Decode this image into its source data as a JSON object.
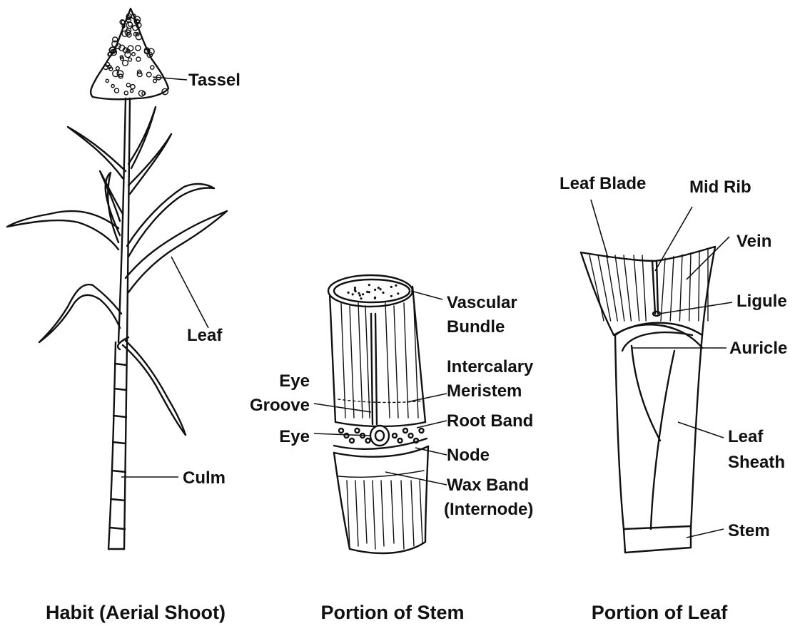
{
  "figure": {
    "captions": {
      "habit": "Habit (Aerial Shoot)",
      "stem": "Portion of Stem",
      "leaf": "Portion of Leaf"
    },
    "habit_labels": {
      "tassel": "Tassel",
      "leaf": "Leaf",
      "culm": "Culm"
    },
    "stem_labels": {
      "vascular_bundle_1": "Vascular",
      "vascular_bundle_2": "Bundle",
      "intercalary_meristem_1": "Intercalary",
      "intercalary_meristem_2": "Meristem",
      "eye_groove_1": "Eye",
      "eye_groove_2": "Groove",
      "root_band": "Root Band",
      "eye": "Eye",
      "node": "Node",
      "wax_band_1": "Wax Band",
      "wax_band_2": "(Internode)"
    },
    "leaf_labels": {
      "leaf_blade": "Leaf Blade",
      "mid_rib": "Mid Rib",
      "vein": "Vein",
      "ligule": "Ligule",
      "auricle": "Auricle",
      "leaf_sheath_1": "Leaf",
      "leaf_sheath_2": "Sheath",
      "stem": "Stem"
    }
  }
}
